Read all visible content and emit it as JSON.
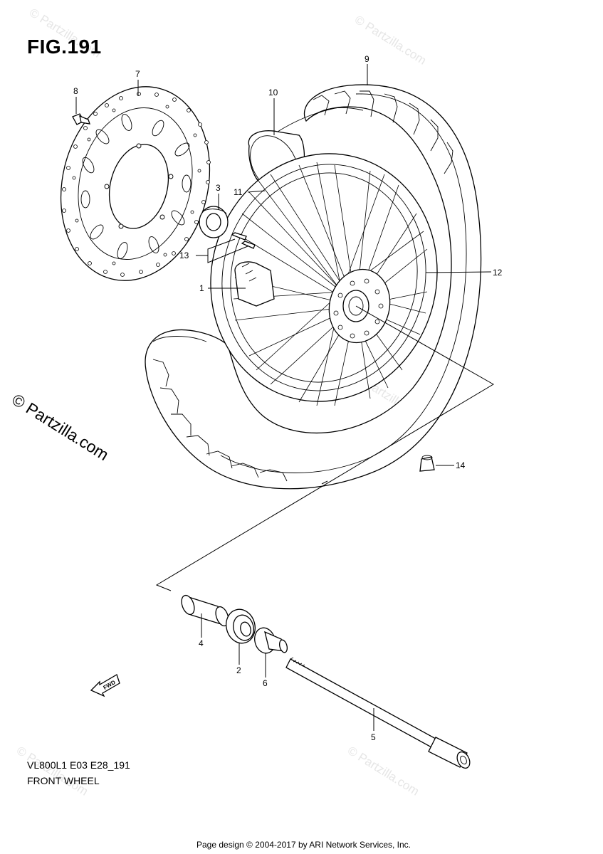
{
  "figure": {
    "title": "FIG.191",
    "model_code": "VL800L1 E03 E28_191",
    "caption": "FRONT WHEEL"
  },
  "footer": {
    "credit": "Page design © 2004-2017 by ARI Network Services, Inc."
  },
  "watermark": {
    "side_text": "© Partzilla.com",
    "repeat_text": "© Partzilla.com"
  },
  "diagram_labels": {
    "fwd_arrow": "FWD"
  },
  "callouts": [
    {
      "number": "1"
    },
    {
      "number": "2"
    },
    {
      "number": "3"
    },
    {
      "number": "4"
    },
    {
      "number": "5"
    },
    {
      "number": "6"
    },
    {
      "number": "7"
    },
    {
      "number": "8"
    },
    {
      "number": "9"
    },
    {
      "number": "10"
    },
    {
      "number": "11"
    },
    {
      "number": "12"
    },
    {
      "number": "13"
    },
    {
      "number": "14"
    }
  ]
}
